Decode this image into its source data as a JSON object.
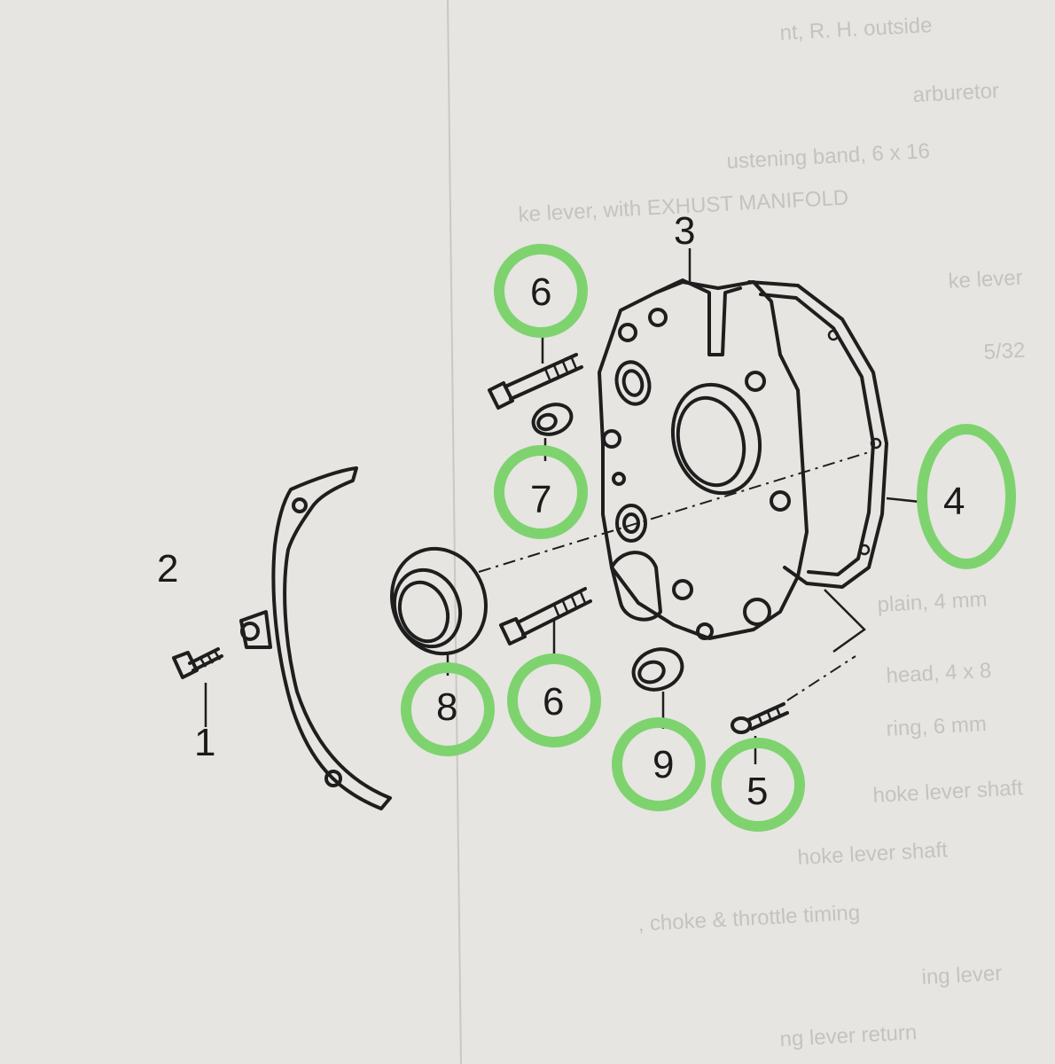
{
  "callouts": [
    {
      "id": "1",
      "label": "1",
      "highlighted": false
    },
    {
      "id": "2",
      "label": "2",
      "highlighted": false
    },
    {
      "id": "3",
      "label": "3",
      "highlighted": false
    },
    {
      "id": "4",
      "label": "4",
      "highlighted": true
    },
    {
      "id": "5",
      "label": "5",
      "highlighted": true
    },
    {
      "id": "6a",
      "label": "6",
      "highlighted": true
    },
    {
      "id": "6b",
      "label": "6",
      "highlighted": true
    },
    {
      "id": "7",
      "label": "7",
      "highlighted": true
    },
    {
      "id": "8",
      "label": "8",
      "highlighted": true
    },
    {
      "id": "9",
      "label": "9",
      "highlighted": true
    }
  ],
  "colors": {
    "paper": "#e6e5e1",
    "ink": "#1e1e1e",
    "highlight_ring": "#7ed36f"
  }
}
